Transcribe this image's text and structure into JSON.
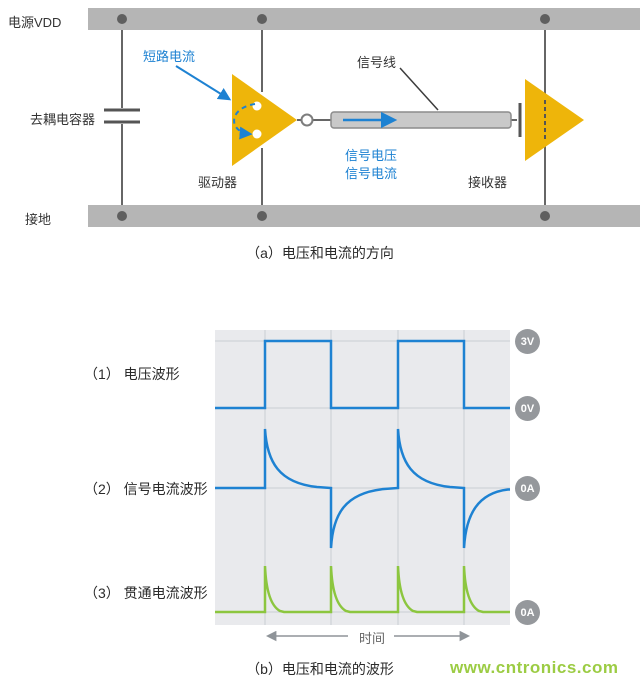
{
  "colors": {
    "rail_gray": "#b5b5b5",
    "wire_gray": "#666666",
    "triangle_gold": "#eeb50a",
    "accent_blue": "#1e82d2",
    "accent_green": "#8cc63f",
    "plot_background": "#e9eaed",
    "grid_gray": "#c9cdd2",
    "badge_gray": "#95989c",
    "watermark_green": "#9ccc44"
  },
  "circuit": {
    "power_rail": "电源VDD",
    "ground_rail": "接地",
    "decoupling_capacitor": "去耦电容器",
    "short_circuit_current": "短路电流",
    "driver": "驱动器",
    "signal_line": "信号线",
    "signal_voltage": "信号电压",
    "signal_current": "信号电流",
    "receiver": "接收器",
    "caption": "（a）电压和电流的方向"
  },
  "waveform_panel": {
    "rows": [
      {
        "label": "（1） 电压波形"
      },
      {
        "label": "（2） 信号电流波形"
      },
      {
        "label": "（3） 贯通电流波形"
      }
    ],
    "level_badges": [
      "3V",
      "0V",
      "0A",
      "0A"
    ],
    "time_label": "时间",
    "caption": "（b）电压和电流的波形"
  },
  "watermark": "www.cntronics.com",
  "chart_data": {
    "type": "line",
    "title": "（b）电压和电流的波形",
    "xlabel": "时间",
    "x_range_arbitrary_units": [
      0,
      4.4
    ],
    "transition_times": [
      1,
      2,
      3,
      4
    ],
    "grid": true,
    "legend": "none",
    "right_axis_badges": [
      "3V",
      "0V",
      "0A",
      "0A"
    ],
    "series": [
      {
        "name": "（1）电压波形",
        "kind": "square-wave",
        "color": "#1e82d2",
        "levels": {
          "high": "3V",
          "low": "0V"
        },
        "step_points": [
          [
            0,
            0
          ],
          [
            1,
            0
          ],
          [
            1,
            3
          ],
          [
            2,
            3
          ],
          [
            2,
            0
          ],
          [
            3,
            0
          ],
          [
            3,
            3
          ],
          [
            4,
            3
          ],
          [
            4,
            0
          ],
          [
            4.4,
            0
          ]
        ]
      },
      {
        "name": "（2）信号电流波形",
        "kind": "exponential-decay-spikes",
        "color": "#1e82d2",
        "baseline": "0A",
        "spikes": [
          {
            "t": 1,
            "polarity": "+",
            "note": "at rising edge of voltage"
          },
          {
            "t": 2,
            "polarity": "-",
            "note": "at falling edge of voltage"
          },
          {
            "t": 3,
            "polarity": "+",
            "note": "at rising edge of voltage"
          },
          {
            "t": 4,
            "polarity": "-",
            "note": "at falling edge of voltage"
          }
        ]
      },
      {
        "name": "（3）贯通电流波形",
        "kind": "narrow-positive-spikes",
        "color": "#8cc63f",
        "baseline": "0A",
        "spike_times": [
          1,
          2,
          3,
          4
        ]
      }
    ]
  }
}
